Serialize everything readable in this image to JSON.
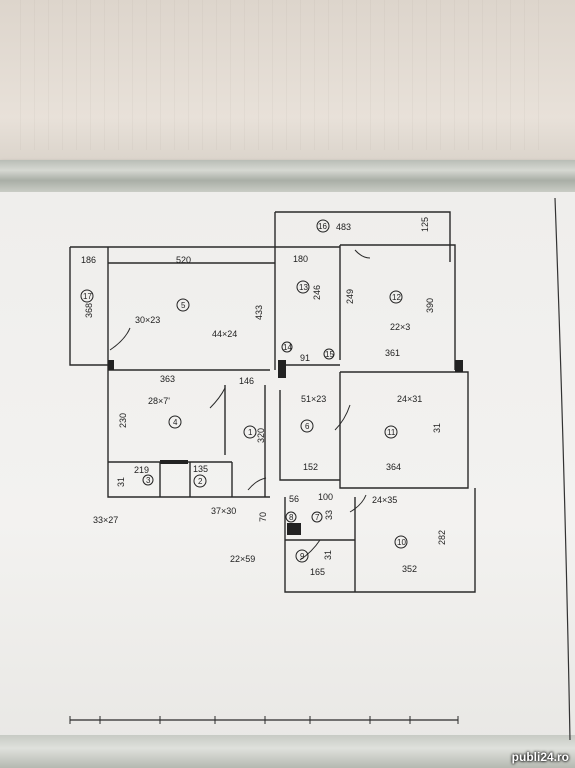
{
  "plan": {
    "rooms": [
      {
        "id": "room-1",
        "num": "1"
      },
      {
        "id": "room-2",
        "num": "2"
      },
      {
        "id": "room-3",
        "num": "3"
      },
      {
        "id": "room-4",
        "num": "4"
      },
      {
        "id": "room-5",
        "num": "5"
      },
      {
        "id": "room-6",
        "num": "6"
      },
      {
        "id": "room-7",
        "num": "7"
      },
      {
        "id": "room-8",
        "num": "8"
      },
      {
        "id": "room-9",
        "num": "9"
      },
      {
        "id": "room-10",
        "num": "10"
      },
      {
        "id": "room-11",
        "num": "11"
      },
      {
        "id": "room-12",
        "num": "12"
      },
      {
        "id": "room-13",
        "num": "13"
      },
      {
        "id": "room-14",
        "num": "14"
      },
      {
        "id": "room-15",
        "num": "15"
      },
      {
        "id": "room-16",
        "num": "16"
      },
      {
        "id": "room-17",
        "num": "17"
      }
    ],
    "dims": {
      "d483": "483",
      "d125": "125",
      "d186": "186",
      "d520": "520",
      "d180": "180",
      "d368": "368",
      "d30x23": "30×23",
      "d44x24": "44×24",
      "d433": "433",
      "d246": "246",
      "d249": "249",
      "d390": "390",
      "d22x3": "22×3",
      "d91": "91",
      "d361": "361",
      "d363": "363",
      "d146": "146",
      "d28x7": "28×7'",
      "d51x23": "51×23",
      "d24x31": "24×31",
      "d230": "230",
      "d320": "320",
      "d31a": "31",
      "d152": "152",
      "d364": "364",
      "d219": "219",
      "d135": "135",
      "d31b": "31",
      "d33x27": "33×27",
      "d37x30": "37×30",
      "d56": "56",
      "d100": "100",
      "d24x35": "24×35",
      "d282": "282",
      "d22x59": "22×59",
      "d165": "165",
      "d352": "352",
      "d33": "33",
      "d70": "70",
      "d31c": "31"
    }
  },
  "watermark": "publi24.ro"
}
